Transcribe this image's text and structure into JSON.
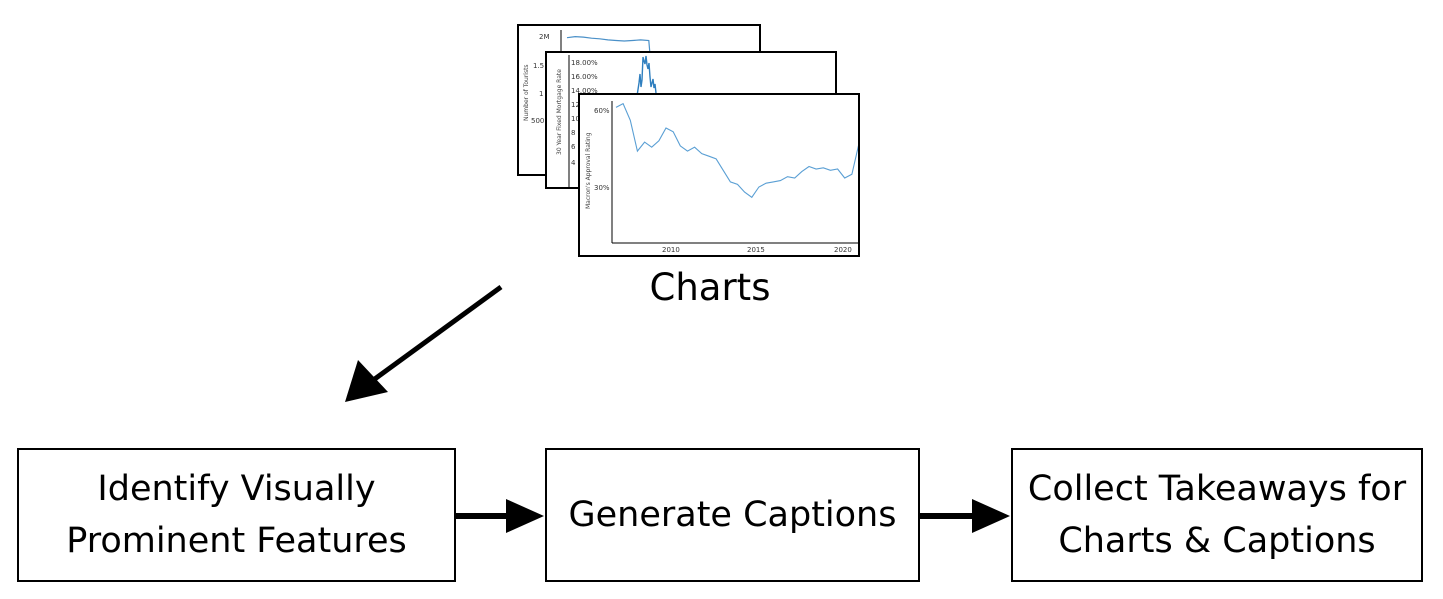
{
  "charts_label": "Charts",
  "thumbnails": [
    {
      "y_ticks": [
        "2M",
        "1.5",
        "1",
        "500"
      ],
      "ylabel": "Number of Tourists",
      "line_color": "#4a90c8",
      "values": [
        1.97,
        1.99,
        1.98,
        1.96,
        1.95,
        1.93,
        1.92,
        1.91,
        1.92,
        1.93,
        1.92,
        0.2
      ]
    },
    {
      "y_ticks": [
        "18.00%",
        "16.00%",
        "14.00%",
        "12",
        "10",
        "8",
        "6",
        "4"
      ],
      "ylabel": "30 Year Fixed Mortgage Rate",
      "line_color": "#2f7fbf"
    },
    {
      "y_ticks": [
        "60%",
        "30%"
      ],
      "x_ticks": [
        "2010",
        "2015",
        "2020"
      ],
      "ylabel": "Macron's Approval Rating",
      "line_color": "#5a9fd4",
      "values": [
        61,
        62.5,
        56,
        44,
        47.5,
        45.5,
        48,
        53,
        51.5,
        46,
        44,
        45.5,
        43,
        42,
        41,
        36.5,
        32,
        31,
        28,
        26,
        30,
        31.5,
        32,
        32.5,
        34,
        33.5,
        36,
        38,
        37,
        37.5,
        36.5,
        37,
        33.5,
        35,
        47
      ]
    }
  ],
  "steps": [
    {
      "line1": "Identify Visually",
      "line2": "Prominent Features"
    },
    {
      "line1": "Generate Captions",
      "line2": ""
    },
    {
      "line1": "Collect Takeaways for",
      "line2": "Charts & Captions"
    }
  ]
}
